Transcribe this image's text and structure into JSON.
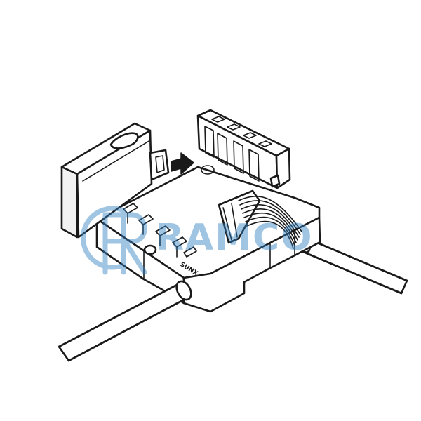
{
  "diagram": {
    "device_marking": "SUNX",
    "watermark": {
      "text": "RAMCO",
      "color": "#2f7fc1",
      "opacity": 0.45
    },
    "line_color": "#1a1a1a",
    "fill_color": "#ffffff"
  }
}
